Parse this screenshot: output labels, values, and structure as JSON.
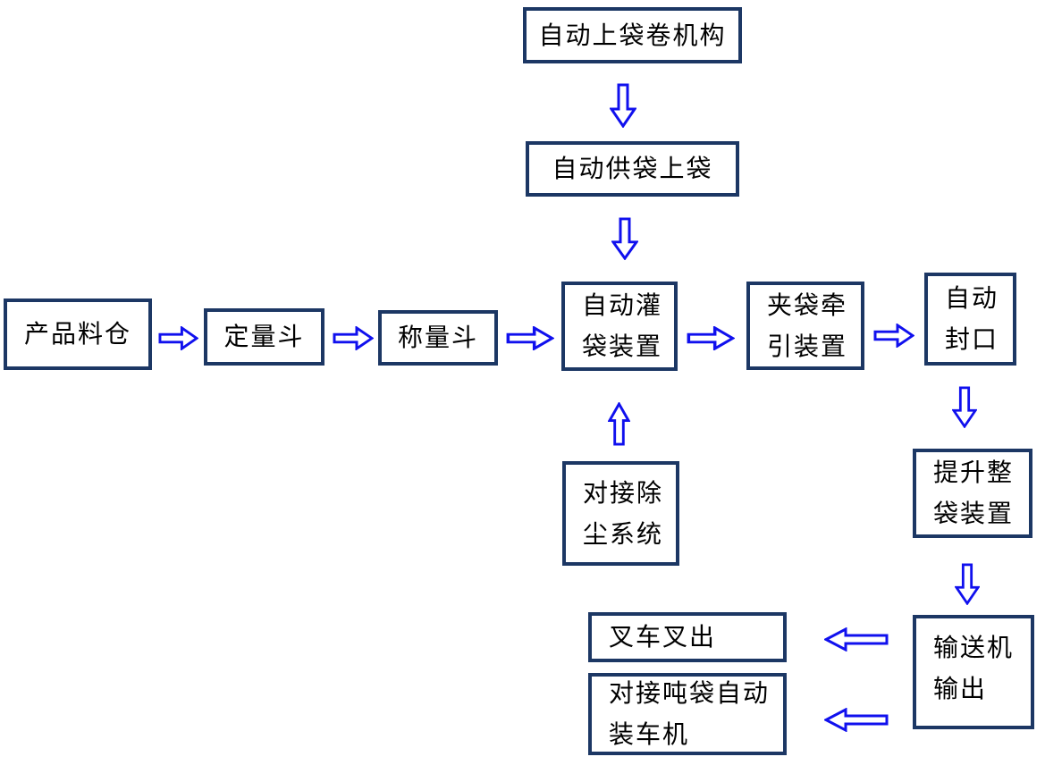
{
  "diagram": {
    "type": "flowchart",
    "language": "zh-CN",
    "nodes": {
      "auto_bag_roll": {
        "lines": [
          "自动上袋卷机构"
        ]
      },
      "auto_bag_supply": {
        "lines": [
          "自动供袋上袋"
        ]
      },
      "product_silo": {
        "lines": [
          "产品料仓"
        ]
      },
      "quantitative_hopper": {
        "lines": [
          "定量斗"
        ]
      },
      "weighing_hopper": {
        "lines": [
          "称量斗"
        ]
      },
      "auto_filling": {
        "lines": [
          "自动灌",
          "袋装置"
        ]
      },
      "bag_clamping": {
        "lines": [
          "夹袋牵",
          "引装置"
        ]
      },
      "auto_sealing": {
        "lines": [
          "自动",
          "封口"
        ]
      },
      "dust_removal": {
        "lines": [
          "对接除",
          "尘系统"
        ]
      },
      "lifting": {
        "lines": [
          "提升整",
          "袋装置"
        ]
      },
      "conveyor_output": {
        "lines": [
          "输送机",
          "输出"
        ]
      },
      "forklift_out": {
        "lines": [
          "叉车叉出"
        ]
      },
      "ton_bag_loader": {
        "lines": [
          "对接吨袋自动",
          "装车机"
        ]
      }
    },
    "flow": [
      {
        "from": "自动上袋卷机构",
        "to": "自动供袋上袋",
        "direction": "down"
      },
      {
        "from": "自动供袋上袋",
        "to": "自动灌袋装置",
        "direction": "down"
      },
      {
        "from": "产品料仓",
        "to": "定量斗",
        "direction": "right"
      },
      {
        "from": "定量斗",
        "to": "称量斗",
        "direction": "right"
      },
      {
        "from": "称量斗",
        "to": "自动灌袋装置",
        "direction": "right"
      },
      {
        "from": "自动灌袋装置",
        "to": "夹袋牵引装置",
        "direction": "right"
      },
      {
        "from": "夹袋牵引装置",
        "to": "自动封口",
        "direction": "right"
      },
      {
        "from": "对接除尘系统",
        "to": "自动灌袋装置",
        "direction": "up"
      },
      {
        "from": "自动封口",
        "to": "提升整袋装置",
        "direction": "down"
      },
      {
        "from": "提升整袋装置",
        "to": "输送机输出",
        "direction": "down"
      },
      {
        "from": "输送机输出",
        "to": "叉车叉出",
        "direction": "left"
      },
      {
        "from": "输送机输出",
        "to": "对接吨袋自动装车机",
        "direction": "left"
      }
    ]
  },
  "colors": {
    "border": "#1c3764",
    "arrow": "#1010ee",
    "text": "#000000",
    "bg": "#ffffff"
  }
}
